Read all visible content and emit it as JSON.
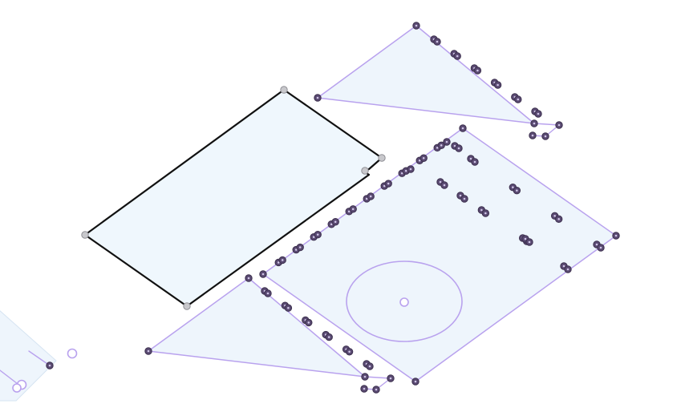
{
  "app": {
    "view": "isometric-3d-viewport"
  },
  "colors": {
    "background": "#ffffff",
    "face_fill": "#eef5fc",
    "selected_face_fill": "#eff7fd",
    "edge": "#b9a2ee",
    "selected_edge": "#111111",
    "vertex_fill": "#5a4a72",
    "vertex_stroke": "#3b2f4d",
    "selected_vertex_fill": "#c8c8cc",
    "hole_edge": "#b9a2ee"
  },
  "scene": {
    "parts": [
      {
        "name": "selected-rectangle-panel",
        "selected": true
      },
      {
        "name": "top-triangle-panel",
        "selected": false
      },
      {
        "name": "large-square-panel-with-circular-hole",
        "selected": false
      },
      {
        "name": "bottom-triangle-panel",
        "selected": false
      },
      {
        "name": "partial-panel-offscreen-left",
        "selected": false
      }
    ],
    "hole": {
      "shape": "circle"
    }
  }
}
